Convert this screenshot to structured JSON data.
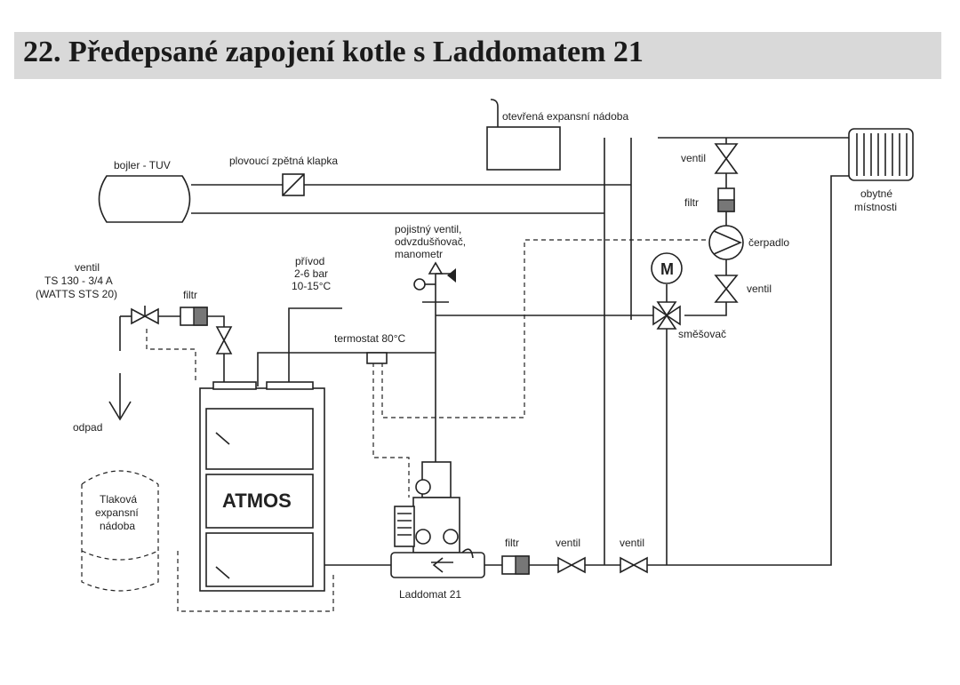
{
  "title": "22. Předepsané zapojení kotle s Laddomatem 21",
  "labels": {
    "expansion_open": "otevřená expansní nádoba",
    "boiler_tuv": "bojler - TUV",
    "check_valve": "plovoucí zpětná klapka",
    "safety_l1": "pojistný ventil,",
    "safety_l2": "odvzdušňovač,",
    "safety_l3": "manometr",
    "supply_l1": "přívod",
    "supply_l2": "2-6 bar",
    "supply_l3": "10-15°C",
    "ts_l1": "ventil",
    "ts_l2": "TS 130 - 3/4 A",
    "ts_l3": "(WATTS STS 20)",
    "filter_top": "filtr",
    "thermostat": "termostat 80°C",
    "waste": "odpad",
    "pressure_l1": "Tlaková",
    "pressure_l2": "expansní",
    "pressure_l3": "nádoba",
    "atmos": "ATMOS",
    "laddomat": "Laddomat 21",
    "filter_bottom": "filtr",
    "valve_bottom_1": "ventil",
    "valve_bottom_2": "ventil",
    "valve_right_top": "ventil",
    "filter_right": "filtr",
    "pump": "čerpadlo",
    "valve_right_bottom": "ventil",
    "motor": "M",
    "mixer": "směšovač",
    "rooms_l1": "obytné",
    "rooms_l2": "místnosti"
  }
}
